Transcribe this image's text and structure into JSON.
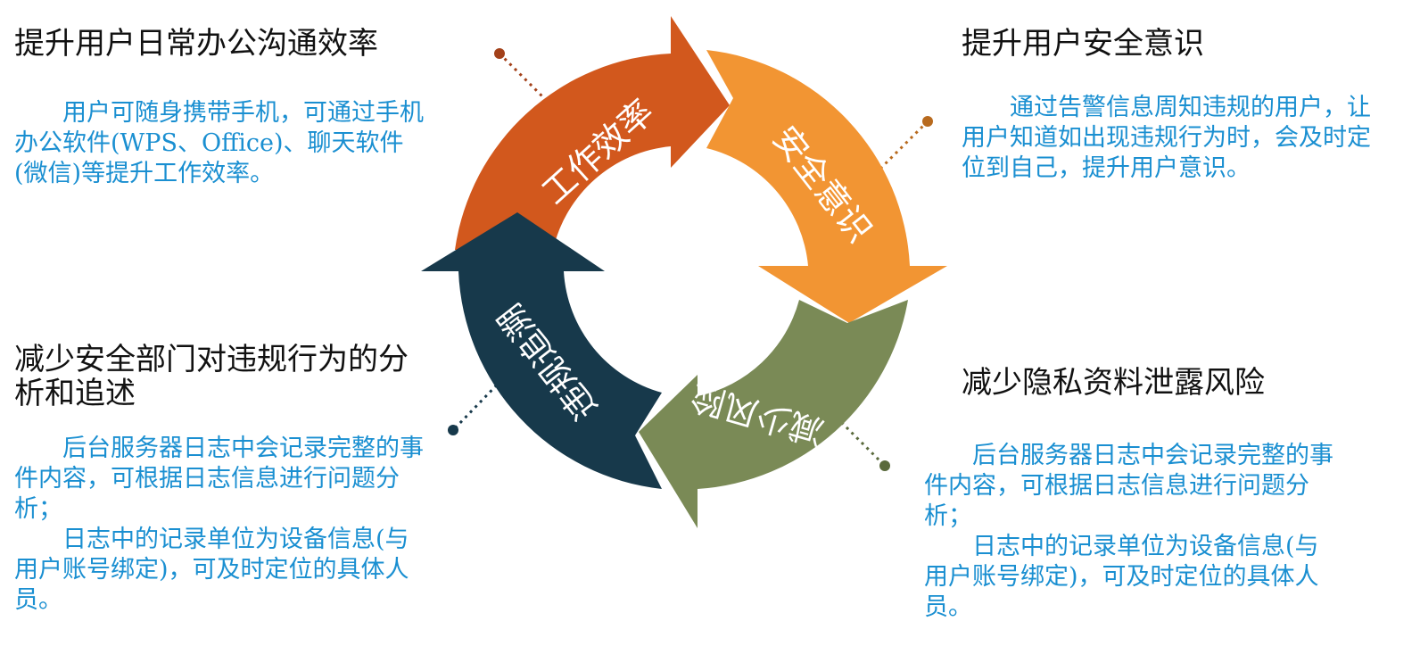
{
  "sections": {
    "top_left": {
      "title": "提升用户日常办公沟通效率",
      "paragraphs": [
        "用户可随身携带手机，可通过手机办公软件(WPS、Office)、聊天软件(微信)等提升工作效率。"
      ]
    },
    "top_right": {
      "title": "提升用户安全意识",
      "paragraphs": [
        "通过告警信息周知违规的用户，让用户知道如出现违规行为时，会及时定位到自己，提升用户意识。"
      ]
    },
    "bottom_left": {
      "title": "减少安全部门对违规行为的分析和追述",
      "paragraphs": [
        "后台服务器日志中会记录完整的事件内容，可根据日志信息进行问题分析；",
        "日志中的记录单位为设备信息(与用户账号绑定)，可及时定位的具体人员。"
      ]
    },
    "bottom_right": {
      "title": "减少隐私资料泄露风险",
      "paragraphs": [
        "后台服务器日志中会记录完整的事件内容，可根据日志信息进行问题分析；",
        "日志中的记录单位为设备信息(与用户账号绑定)，可及时定位的具体人员。"
      ]
    }
  },
  "cycle": {
    "segments": [
      {
        "label": "工作效率",
        "color": "#d2581d"
      },
      {
        "label": "安全意识",
        "color": "#f29533"
      },
      {
        "label": "减少风险",
        "color": "#7a8a56"
      },
      {
        "label": "违规追溯",
        "color": "#17394b"
      }
    ]
  }
}
